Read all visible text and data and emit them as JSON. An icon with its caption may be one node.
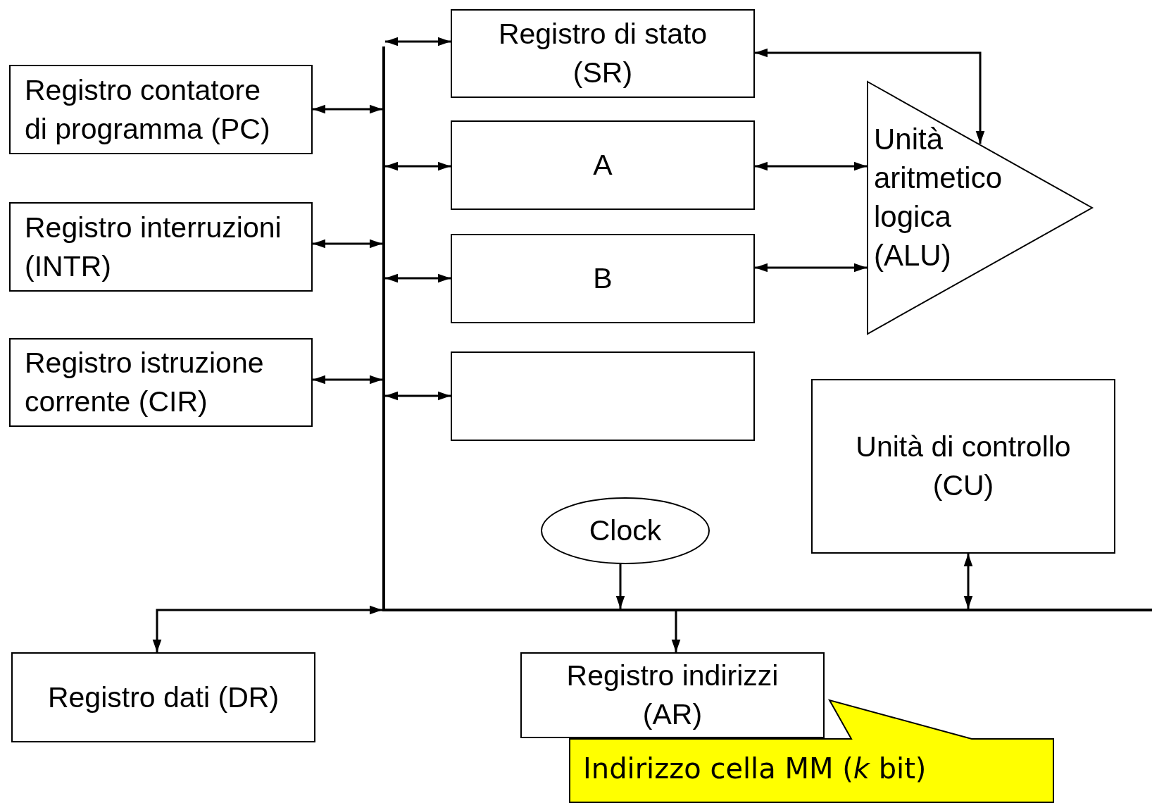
{
  "diagram": {
    "nodes": [
      {
        "text": [
          "Registro contatore di programma (PC)"
        ]
      },
      {
        "text": [
          "Registro interruzioni (INTR)"
        ]
      },
      {
        "text": [
          "Registro istruzione corrente (CIR)"
        ]
      },
      {
        "text": [
          "Registro di stato (SR)"
        ]
      },
      {
        "text": [
          "A"
        ]
      },
      {
        "text": [
          "B"
        ]
      },
      {
        "text": [],
        "shape": "box"
      },
      {
        "text": [
          "Unità aritmetico logica (ALU)"
        ]
      },
      {
        "text": [
          "Unità di controllo (CU)"
        ]
      },
      {
        "text": [
          "Clock"
        ]
      },
      {
        "text": [
          "Registro dati (DR)"
        ]
      },
      {
        "text": [
          "Registro indirizzi (AR)"
        ]
      },
      {
        "text": [
          "Indirizzo cella MM (*k* bit)"
        ]
      },
      {
        "text": [],
        "shape": "bar"
      },
      {
        "text": [],
        "shape": "bar"
      }
    ],
    "edges": [
      {
        "from": 0,
        "to": 13,
        "arrow": "both"
      },
      {
        "from": 1,
        "to": 13,
        "arrow": "both"
      },
      {
        "from": 2,
        "to": 13,
        "arrow": "both"
      },
      {
        "from": 13,
        "to": 3,
        "arrow": "both"
      },
      {
        "from": 13,
        "to": 4,
        "arrow": "both"
      },
      {
        "from": 13,
        "to": 5,
        "arrow": "both"
      },
      {
        "from": 13,
        "to": 6,
        "arrow": "both"
      },
      {
        "from": 4,
        "to": 7,
        "arrow": "both"
      },
      {
        "from": 5,
        "to": 7,
        "arrow": "both"
      },
      {
        "from": 3,
        "to": 7,
        "arrow": "both"
      },
      {
        "from": 9,
        "to": 14,
        "arrow": "to"
      },
      {
        "from": 8,
        "to": 14,
        "arrow": "both"
      },
      {
        "from": 14,
        "to": 11,
        "arrow": "to"
      },
      {
        "from": 10,
        "to": 13,
        "arrow": "both"
      }
    ]
  }
}
